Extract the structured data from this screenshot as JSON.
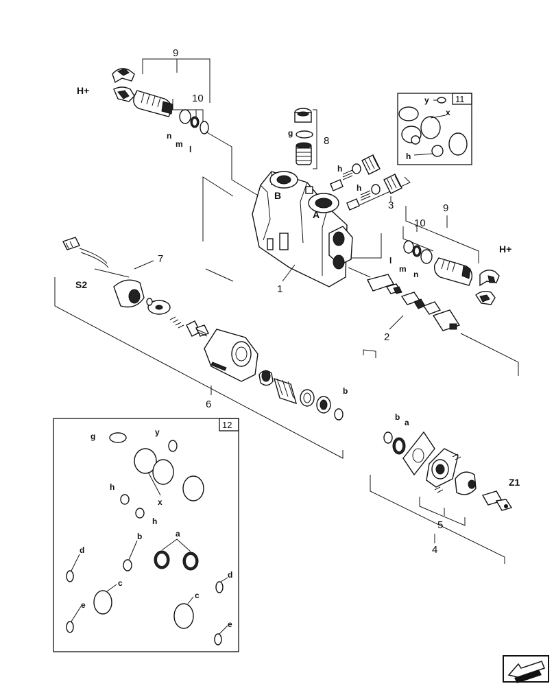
{
  "callouts": {
    "n1": "1",
    "n2": "2",
    "n3": "3",
    "n4": "4",
    "n5": "5",
    "n6": "6",
    "n7": "7",
    "n8": "8",
    "n9_top": "9",
    "n9_right": "9",
    "n10_top": "10",
    "n10_right": "10",
    "n11": "11",
    "n12": "12"
  },
  "tags": {
    "h_plus_left": "H+",
    "h_plus_right": "H+",
    "s2": "S2",
    "z1": "Z1",
    "port_a": "A",
    "port_b": "B"
  },
  "letters": {
    "n_top": "n",
    "m_top": "m",
    "l_top": "l",
    "l_right": "l",
    "m_right": "m",
    "n_right": "n",
    "g_mid": "g",
    "h_a": "h",
    "h_b": "h",
    "b_six": "b",
    "b_four": "b",
    "a_four": "a",
    "y_11": "y",
    "x_11": "x",
    "h_11": "h",
    "g_12": "g",
    "y_12": "y",
    "h_12a": "h",
    "x_12": "x",
    "h_12b": "h",
    "a_12": "a",
    "b_12": "b",
    "d_12a": "d",
    "c_12a": "c",
    "d_12b": "d",
    "c_12b": "c",
    "e_12a": "e",
    "e_12b": "e"
  },
  "icons": {
    "nav": "arrow-nav-icon"
  }
}
